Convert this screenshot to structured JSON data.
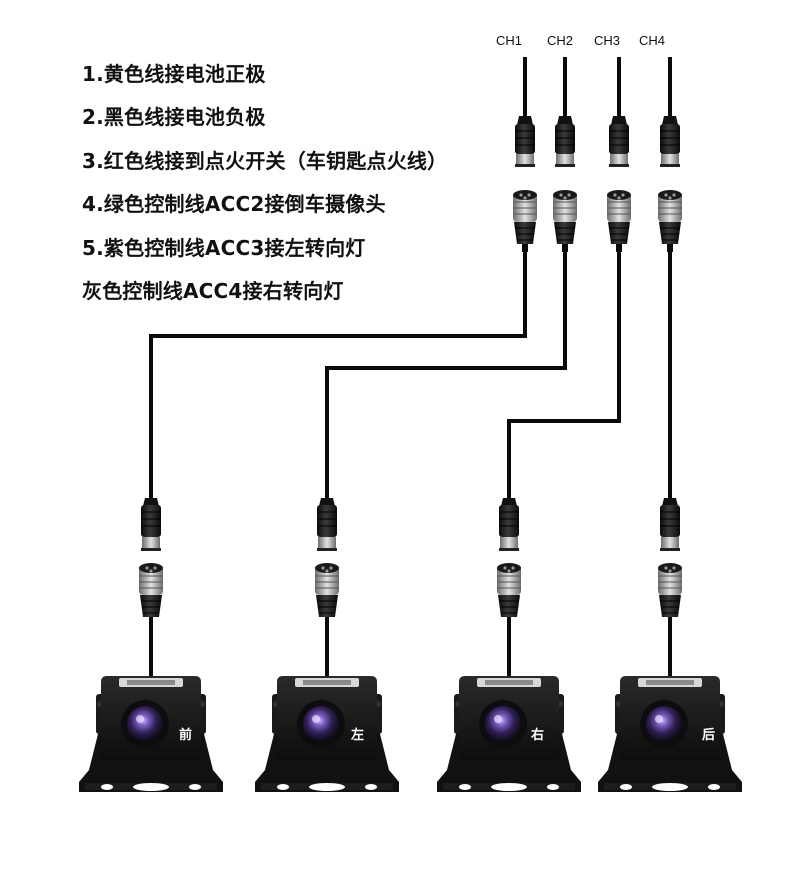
{
  "instructions": [
    "1.黄色线接电池正极",
    "2.黑色线接电池负极",
    "3.红色线接到点火开关（车钥匙点火线）",
    "4.绿色控制线ACC2接倒车摄像头",
    "5.紫色控制线ACC3接左转向灯",
    "灰色控制线ACC4接右转向灯"
  ],
  "channels": [
    "CH1",
    "CH2",
    "CH3",
    "CH4"
  ],
  "cameras": [
    {
      "channel": "CH1",
      "label": "前"
    },
    {
      "channel": "CH2",
      "label": "左"
    },
    {
      "channel": "CH3",
      "label": "右"
    },
    {
      "channel": "CH4",
      "label": "后"
    }
  ],
  "colors": {
    "cable": "#0a0a0a",
    "connector": "#1c1c1c",
    "metal": "#b8b8b8",
    "camera_body": "#151515",
    "lens_tint": "#5a3d8a"
  }
}
